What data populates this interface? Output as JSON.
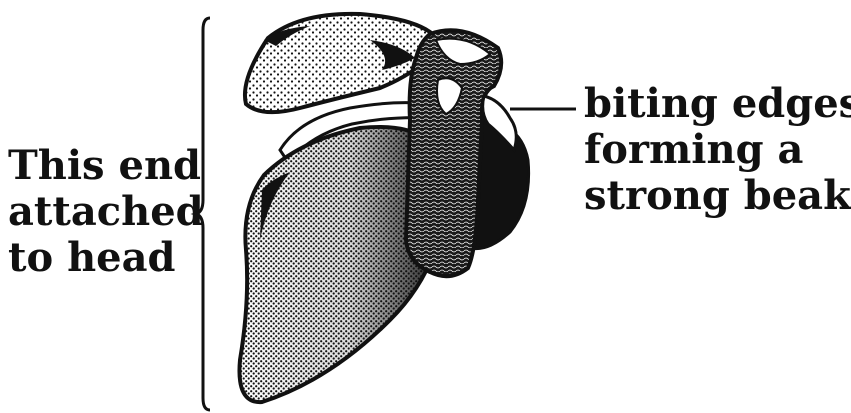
{
  "left_label": {
    "lines": [
      "This end",
      "attached",
      "to head"
    ]
  },
  "right_label": {
    "lines": [
      "biting edges",
      "forming a",
      "strong beak"
    ]
  },
  "colors": {
    "ink": "#111111",
    "paper": "#ffffff"
  }
}
